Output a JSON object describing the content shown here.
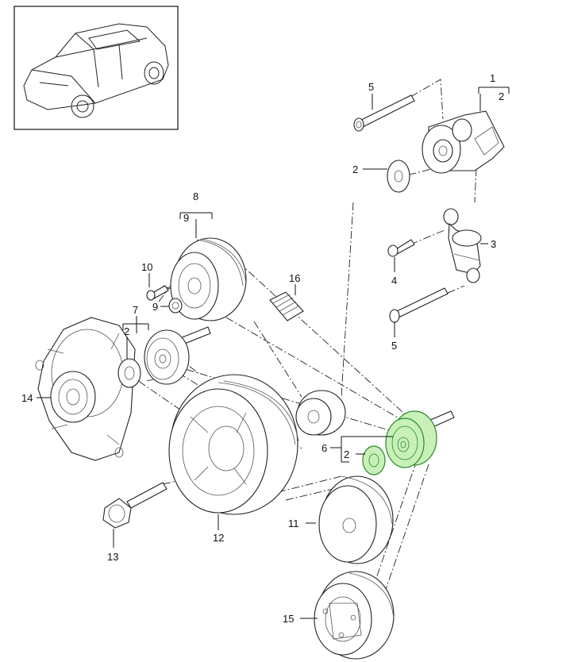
{
  "colors": {
    "line": "#111111",
    "highlight_fill": "#c8f0b8",
    "highlight_stroke": "#2a8a2a",
    "background": "#ffffff"
  },
  "callouts": {
    "c1": "1",
    "c2a": "2",
    "c3": "3",
    "c4": "4",
    "c5a": "5",
    "c2b": "2",
    "c5b": "5",
    "c8": "8",
    "c9a": "9",
    "c10": "10",
    "c9b": "9",
    "c16": "16",
    "c7": "7",
    "c2c": "2",
    "c14": "14",
    "c6": "6",
    "c2d": "2",
    "c11": "11",
    "c12": "12",
    "c13": "13",
    "c15": "15"
  }
}
